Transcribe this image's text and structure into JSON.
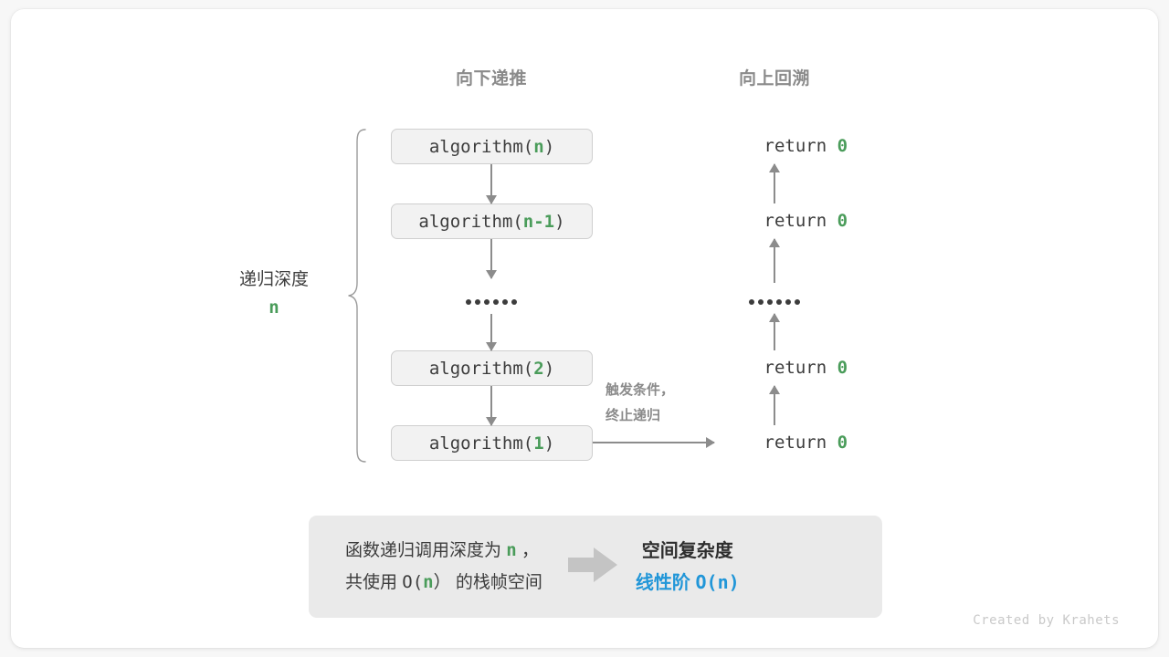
{
  "colors": {
    "background": "#f7f7f7",
    "card": "#ffffff",
    "accent_green": "#4a9c5a",
    "accent_blue": "#2196d8",
    "text": "#3c3c3c",
    "muted": "#8a8a8a",
    "arrow": "#8c8c8c",
    "box_fill": "#f2f2f2",
    "box_border": "#cfcfcf",
    "panel_fill": "#eaeaea"
  },
  "headers": {
    "down": "向下递推",
    "up": "向上回溯"
  },
  "depth": {
    "title": "递归深度",
    "value": "n"
  },
  "call_stack": [
    {
      "prefix": "algorithm(",
      "arg": "n",
      "suffix": ")"
    },
    {
      "prefix": "algorithm(",
      "arg": "n-1",
      "suffix": ")"
    },
    {
      "prefix": "algorithm(",
      "arg": "2",
      "suffix": ")"
    },
    {
      "prefix": "algorithm(",
      "arg": "1",
      "suffix": ")"
    }
  ],
  "returns": [
    {
      "keyword": "return ",
      "value": "0"
    },
    {
      "keyword": "return ",
      "value": "0"
    },
    {
      "keyword": "return ",
      "value": "0"
    },
    {
      "keyword": "return ",
      "value": "0"
    }
  ],
  "ellipsis_dots": 6,
  "terminate_note": {
    "line1": "触发条件，",
    "line2": "终止递归"
  },
  "summary": {
    "left_line1_a": "函数递归调用深度为 ",
    "left_line1_n": "n",
    "left_line1_b": " ，",
    "left_line2_a": "共使用 ",
    "left_line2_o": "O(",
    "left_line2_n": "n",
    "left_line2_c": "）",
    "left_line2_b": " 的栈帧空间",
    "right_title": "空间复杂度",
    "right_value_label": "线性阶 ",
    "right_value_formula": "O(n)"
  },
  "credit": "Created by Krahets"
}
